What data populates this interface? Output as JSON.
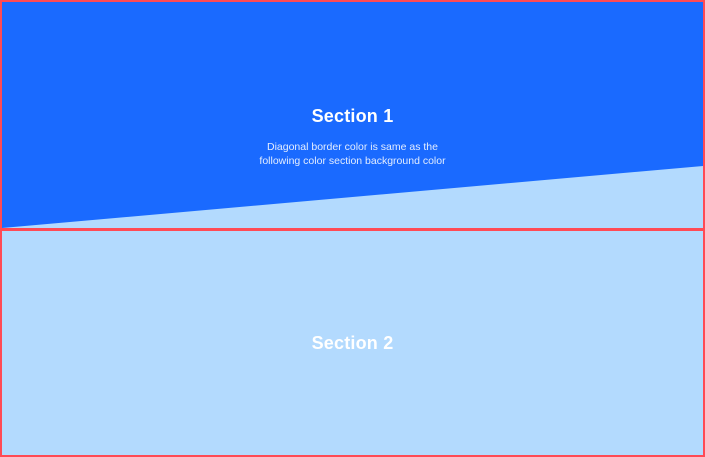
{
  "sections": [
    {
      "title": "Section 1",
      "description_line1": "Diagonal border color is same as the",
      "description_line2": "following color section background color",
      "background": "#1a6aff"
    },
    {
      "title": "Section 2",
      "background": "#b3dafe"
    }
  ],
  "colors": {
    "border": "#ff4a55",
    "text": "#ffffff"
  }
}
